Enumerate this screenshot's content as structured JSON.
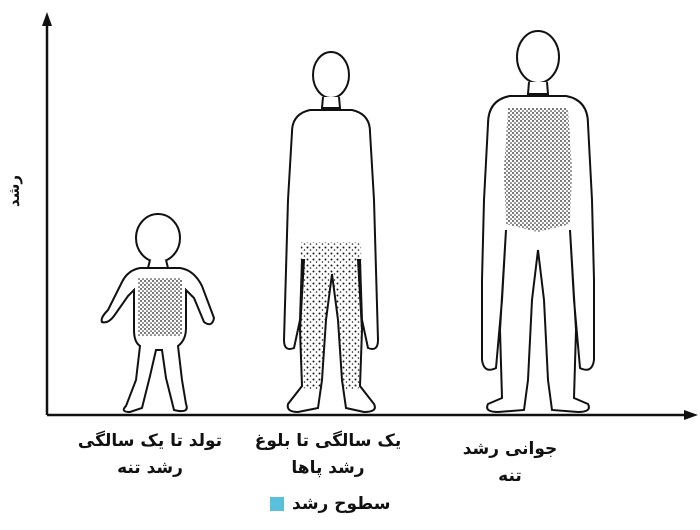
{
  "axis": {
    "y_label": "رشد"
  },
  "figures": [
    {
      "id": "infant",
      "line1": "تولد تا یک سالگی",
      "line2": "رشد تنه"
    },
    {
      "id": "child",
      "line1": "یک سالگی تا بلوغ",
      "line2": "رشد پاها"
    },
    {
      "id": "youth",
      "line1": "جوانی رشد",
      "line2": "تنه"
    }
  ],
  "legend": {
    "label": "سطوح رشد",
    "swatch_color": "#5bc0de"
  },
  "colors": {
    "stroke": "#111111",
    "stipple": "#1a1a1a"
  }
}
